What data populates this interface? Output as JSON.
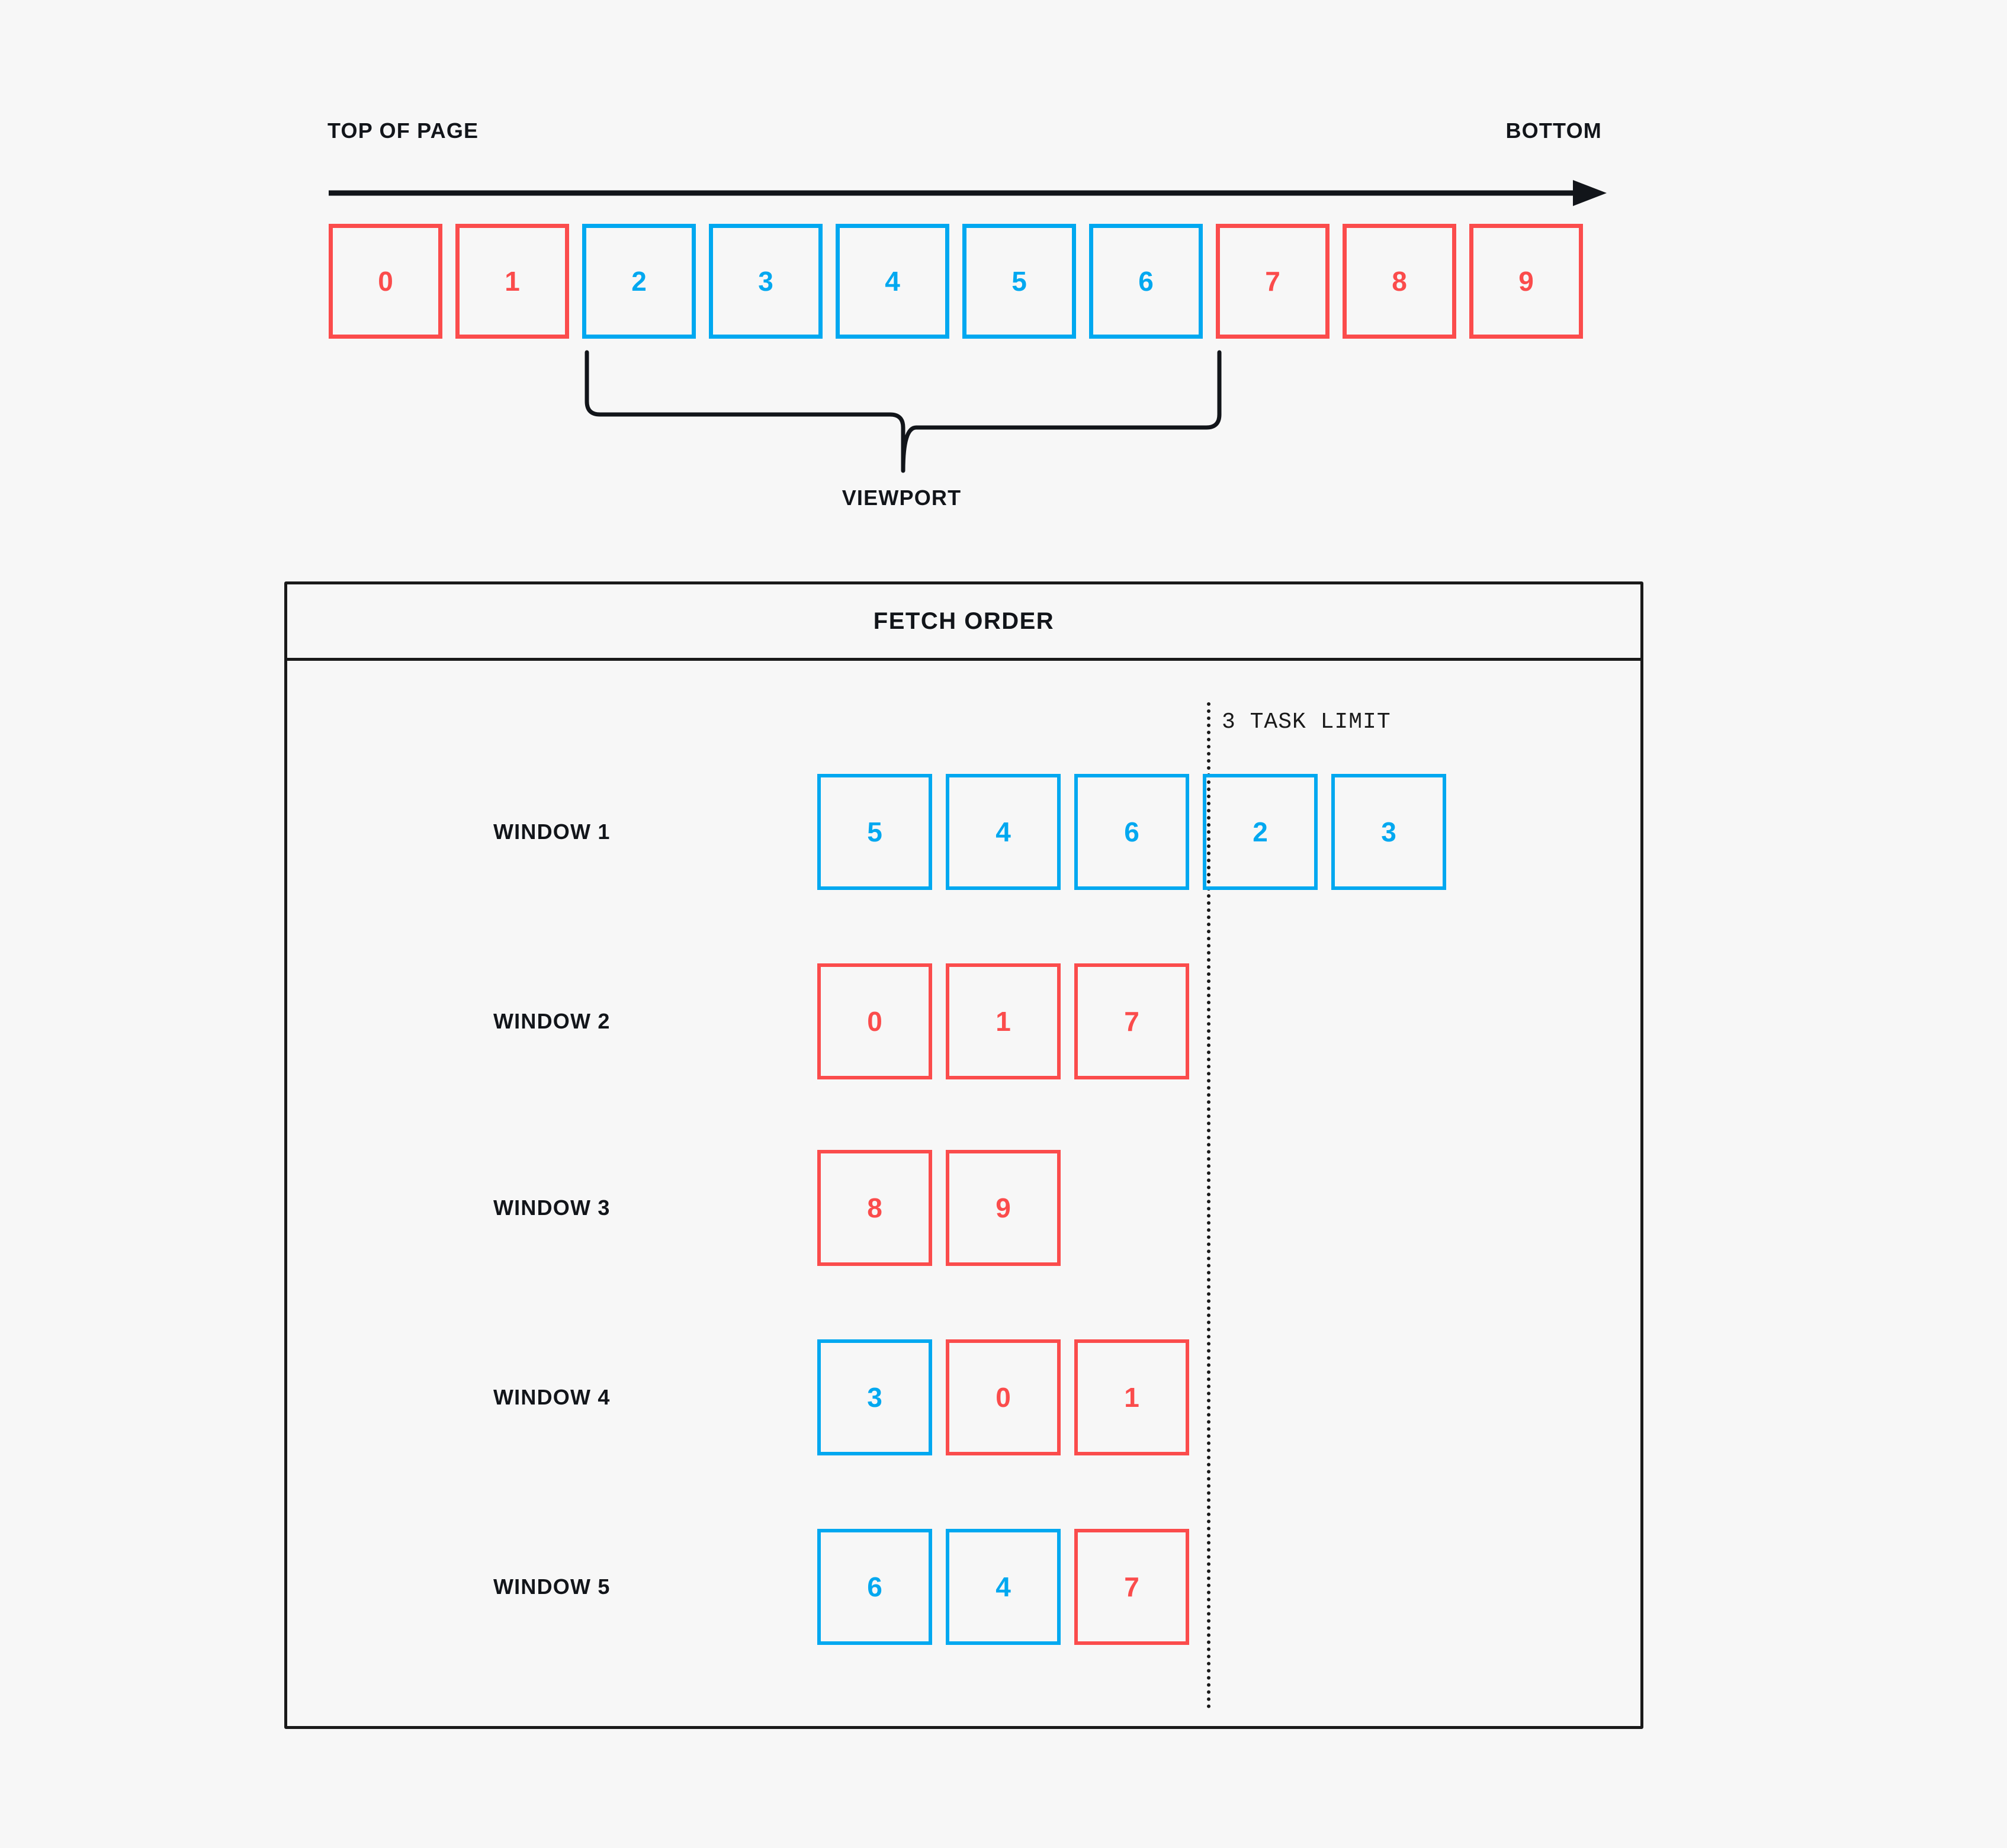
{
  "timeline": {
    "top_label": "TOP OF PAGE",
    "bottom_label": "BOTTOM",
    "viewport_label": "VIEWPORT",
    "boxes": [
      {
        "value": "0",
        "color": "red"
      },
      {
        "value": "1",
        "color": "red"
      },
      {
        "value": "2",
        "color": "blue"
      },
      {
        "value": "3",
        "color": "blue"
      },
      {
        "value": "4",
        "color": "blue"
      },
      {
        "value": "5",
        "color": "blue"
      },
      {
        "value": "6",
        "color": "blue"
      },
      {
        "value": "7",
        "color": "red"
      },
      {
        "value": "8",
        "color": "red"
      },
      {
        "value": "9",
        "color": "red"
      }
    ],
    "viewport_range": [
      2,
      6
    ]
  },
  "fetch_panel": {
    "title": "FETCH ORDER",
    "task_limit_label": "3 TASK LIMIT",
    "task_limit_count": 3,
    "windows": [
      {
        "label": "WINDOW 1",
        "boxes": [
          {
            "value": "5",
            "color": "blue"
          },
          {
            "value": "4",
            "color": "blue"
          },
          {
            "value": "6",
            "color": "blue"
          },
          {
            "value": "2",
            "color": "blue"
          },
          {
            "value": "3",
            "color": "blue"
          }
        ]
      },
      {
        "label": "WINDOW 2",
        "boxes": [
          {
            "value": "0",
            "color": "red"
          },
          {
            "value": "1",
            "color": "red"
          },
          {
            "value": "7",
            "color": "red"
          }
        ]
      },
      {
        "label": "WINDOW 3",
        "boxes": [
          {
            "value": "8",
            "color": "red"
          },
          {
            "value": "9",
            "color": "red"
          }
        ]
      },
      {
        "label": "WINDOW 4",
        "boxes": [
          {
            "value": "3",
            "color": "blue"
          },
          {
            "value": "0",
            "color": "red"
          },
          {
            "value": "1",
            "color": "red"
          }
        ]
      },
      {
        "label": "WINDOW 5",
        "boxes": [
          {
            "value": "6",
            "color": "blue"
          },
          {
            "value": "4",
            "color": "blue"
          },
          {
            "value": "7",
            "color": "red"
          }
        ]
      }
    ]
  },
  "colors": {
    "red": "#fb4c4c",
    "blue": "#00a8f0",
    "ink": "#12151a",
    "background": "#f7f7f7"
  }
}
